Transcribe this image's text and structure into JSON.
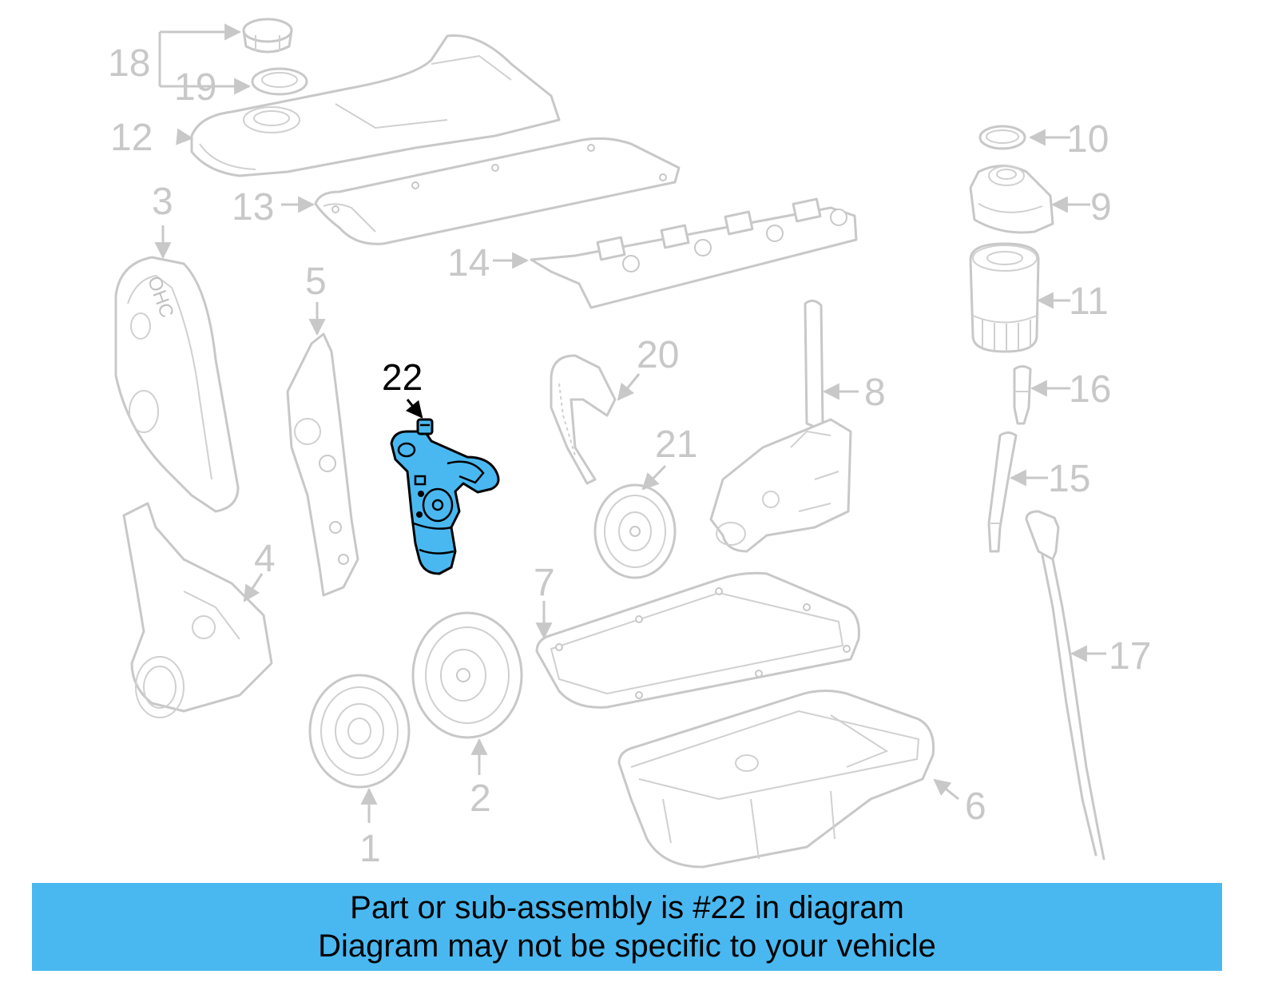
{
  "diagram": {
    "highlighted_part": "22",
    "callouts": [
      "1",
      "2",
      "3",
      "4",
      "5",
      "6",
      "7",
      "8",
      "9",
      "10",
      "11",
      "12",
      "13",
      "14",
      "15",
      "16",
      "17",
      "18",
      "19",
      "20",
      "21"
    ],
    "stamp_text": "OHC"
  },
  "banner": {
    "line1": "Part or sub-assembly is #22 in diagram",
    "line2": "Diagram may not be specific to your vehicle",
    "color": "#4ab8f0"
  },
  "colors": {
    "part_outline": "#c8c8c8",
    "highlight_fill": "#4ab8f0",
    "highlight_outline": "#000000"
  }
}
